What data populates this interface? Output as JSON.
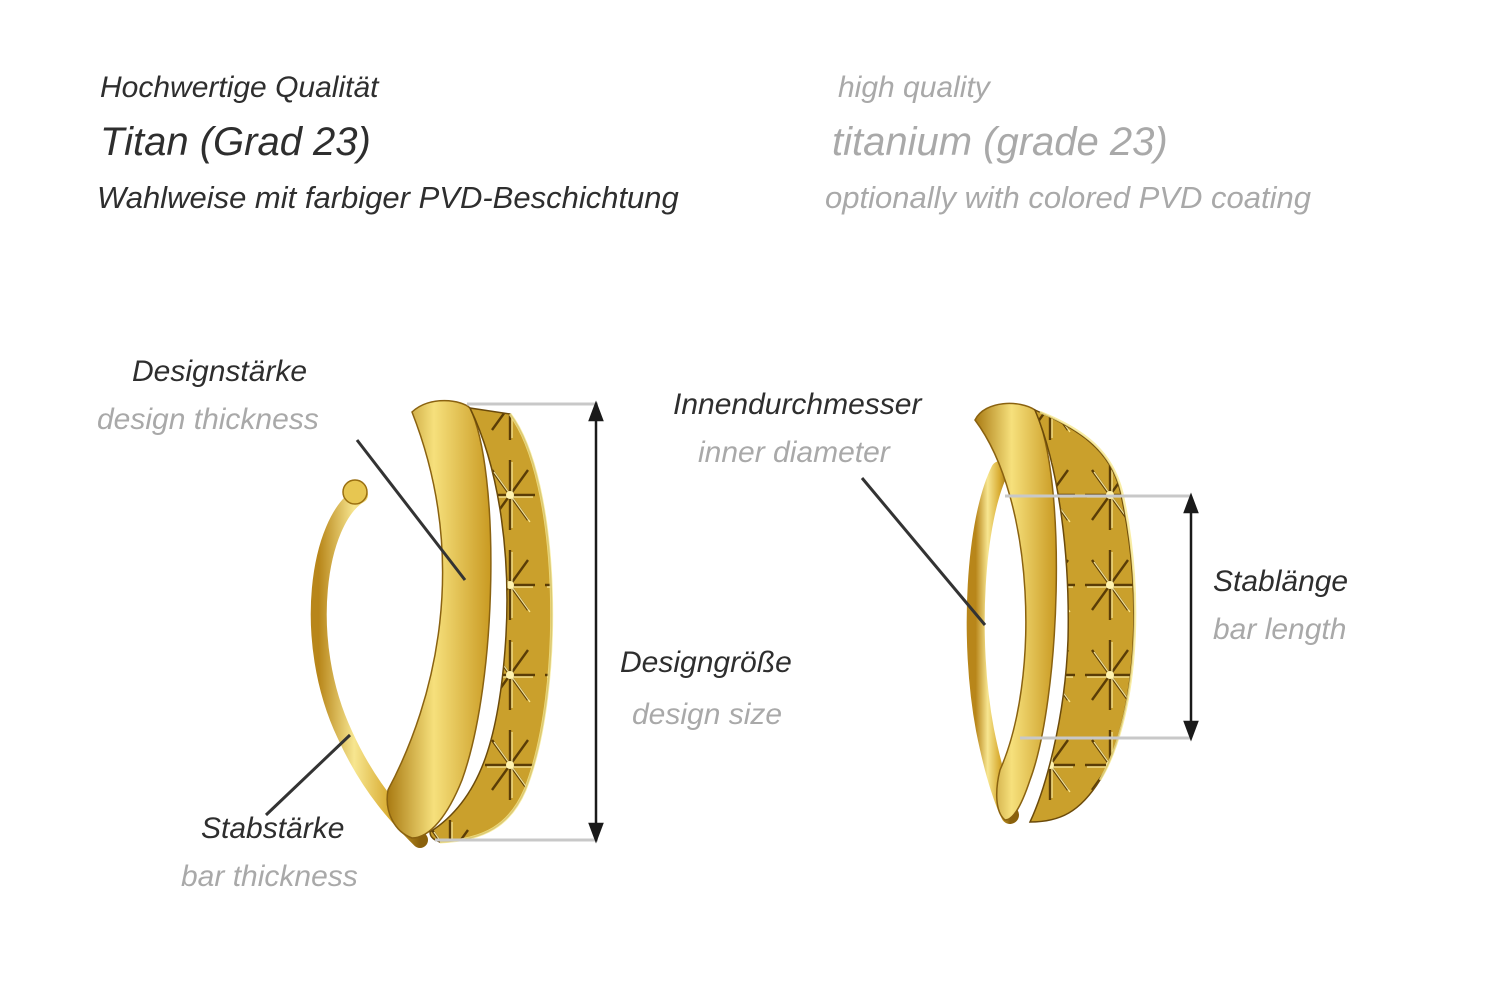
{
  "header": {
    "de_line1": "Hochwertige Qualität",
    "de_line2": "Titan (Grad 23)",
    "de_line3": "Wahlweise mit farbiger PVD-Beschichtung",
    "en_line1": "high quality",
    "en_line2": "titanium (grade 23)",
    "en_line3": "optionally with colored PVD coating"
  },
  "labels": {
    "design_thickness_de": "Designstärke",
    "design_thickness_en": "design thickness",
    "bar_thickness_de": "Stabstärke",
    "bar_thickness_en": "bar thickness",
    "design_size_de": "Designgröße",
    "design_size_en": "design size",
    "inner_diameter_de": "Innendurchmesser",
    "inner_diameter_en": "inner diameter",
    "bar_length_de": "Stablänge",
    "bar_length_en": "bar length"
  },
  "colors": {
    "gold_light": "#f7e27a",
    "gold_mid": "#d4a52a",
    "gold_dark": "#6b4a0a",
    "label_dark": "#2e2e2e",
    "label_light": "#a9a9a9",
    "dimension_line": "#1a1a1a",
    "guide_line": "#c8c8c8"
  }
}
